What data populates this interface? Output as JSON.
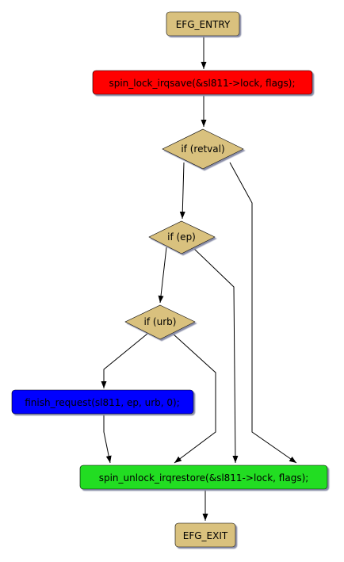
{
  "diagram": {
    "nodes": {
      "entry": {
        "label": "EFG_ENTRY",
        "fill": "#d9c17e"
      },
      "lock": {
        "label": "spin_lock_irqsave(&sl811->lock, flags);",
        "fill": "#ff0000"
      },
      "if_retval": {
        "label": "if (retval)",
        "fill": "#d9c17e"
      },
      "if_ep": {
        "label": "if (ep)",
        "fill": "#d9c17e"
      },
      "if_urb": {
        "label": "if (urb)",
        "fill": "#d9c17e"
      },
      "finish": {
        "label": "finish_request(sl811, ep, urb, 0);",
        "fill": "#0000ff"
      },
      "unlock": {
        "label": "spin_unlock_irqrestore(&sl811->lock, flags);",
        "fill": "#22dd22"
      },
      "exit": {
        "label": "EFG_EXIT",
        "fill": "#d9c17e"
      }
    }
  }
}
